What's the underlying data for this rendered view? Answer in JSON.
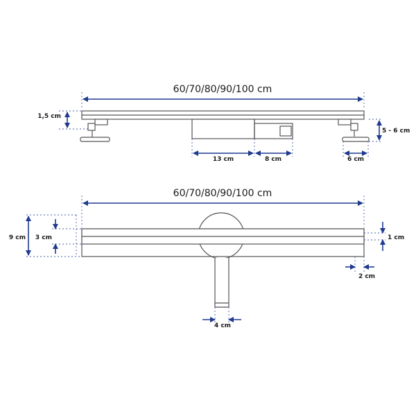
{
  "colors": {
    "dimension": "#1f3a8f",
    "outline": "#555555",
    "background": "#ffffff"
  },
  "side_view": {
    "length_label": "60/70/80/90/100 cm",
    "height_label": "1,5 cm",
    "leg_label": "5 - 6 cm",
    "outlet_label": "13 cm",
    "trap_label": "8 cm",
    "foot_label": "6 cm"
  },
  "top_view": {
    "length_label": "60/70/80/90/100 cm",
    "width_label": "9 cm",
    "channel_label": "3 cm",
    "slot_label": "1 cm",
    "end_label": "2 cm",
    "pipe_label": "4 cm"
  }
}
